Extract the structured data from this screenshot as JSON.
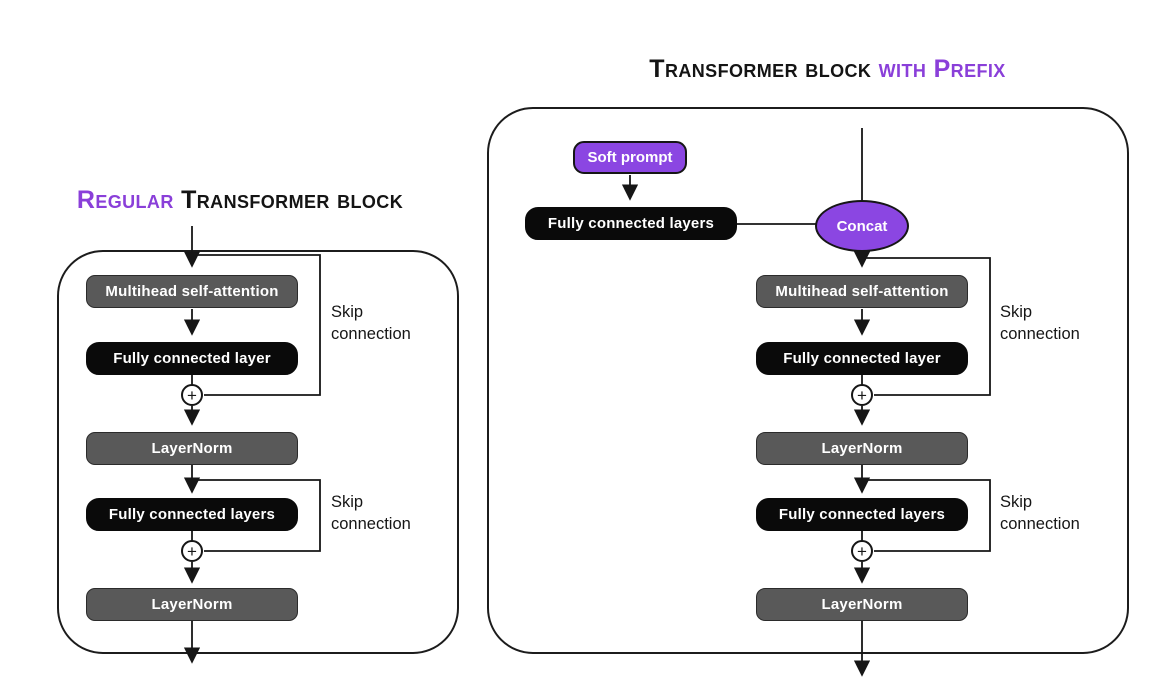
{
  "titles": {
    "left": {
      "accent": "Regular",
      "rest": "Transformer block"
    },
    "right": {
      "rest": "Transformer block",
      "accent": "with Prefix"
    }
  },
  "left_diagram": {
    "nodes": {
      "multihead": "Multihead self-attention",
      "fc_layer": "Fully connected layer",
      "layernorm1": "LayerNorm",
      "fc_layers": "Fully connected layers",
      "layernorm2": "LayerNorm"
    },
    "skip_label_1": "Skip connection",
    "skip_label_2": "Skip connection"
  },
  "right_diagram": {
    "soft_prompt": "Soft prompt",
    "prefix_fc": "Fully connected layers",
    "concat": "Concat",
    "nodes": {
      "multihead": "Multihead self-attention",
      "fc_layer": "Fully connected layer",
      "layernorm1": "LayerNorm",
      "fc_layers": "Fully connected layers",
      "layernorm2": "LayerNorm"
    },
    "skip_label_1": "Skip connection",
    "skip_label_2": "Skip connection"
  },
  "icons": {
    "add": "+"
  },
  "colors": {
    "accent_purple": "#8a3fd9",
    "node_purple": "#8b46e2",
    "node_black": "#0a0a0a",
    "node_gray": "#595959",
    "line": "#161616"
  }
}
